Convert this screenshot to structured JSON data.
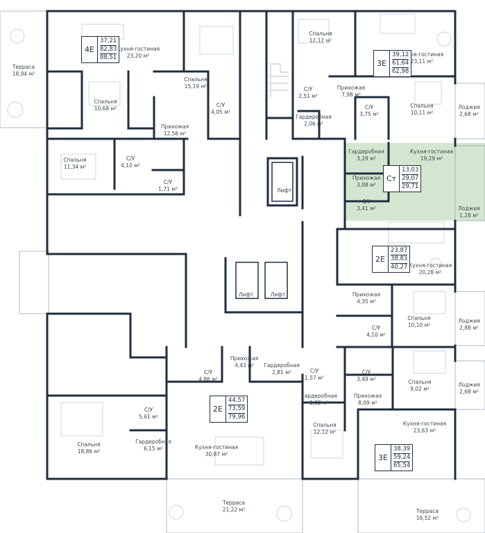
{
  "colors": {
    "wall": "#1f2d3d",
    "highlight": "#d4e6cf",
    "line": "#9aa7b3"
  },
  "rooms": [
    {
      "id": "terrace-nw",
      "name": "Терраса",
      "area": "18,94 м²"
    },
    {
      "id": "kitchen-4e",
      "name": "Кухня-гостиная",
      "area": "23,20 м²"
    },
    {
      "id": "bed-4e-1",
      "name": "Спальня",
      "area": "15,19 м²"
    },
    {
      "id": "bed-4e-2",
      "name": "Спальня",
      "area": "10,68 м²"
    },
    {
      "id": "bath-4e-1",
      "name": "С/У",
      "area": "4,05 м²"
    },
    {
      "id": "hall-4e",
      "name": "Прихожая",
      "area": "12,56 м²"
    },
    {
      "id": "bed-4e-3",
      "name": "Спальня",
      "area": "11,34 м²"
    },
    {
      "id": "bath-4e-2",
      "name": "С/У",
      "area": "4,10 м²"
    },
    {
      "id": "bath-4e-3",
      "name": "С/У",
      "area": "1,71 м²"
    },
    {
      "id": "bed-3e-top",
      "name": "Спальня",
      "area": "12,12 м²"
    },
    {
      "id": "bath-3e-top-1",
      "name": "С/У",
      "area": "2,51 м²"
    },
    {
      "id": "hall-3e-top",
      "name": "Прихожая",
      "area": "7,98 м²"
    },
    {
      "id": "wardrobe-3e-top",
      "name": "Гардеробная",
      "area": "2,06 м²"
    },
    {
      "id": "kitchen-3e-top",
      "name": "Кухня-гостиная",
      "area": "23,11 м²"
    },
    {
      "id": "bed-3e-top-2",
      "name": "Спальня",
      "area": "10,11 м²"
    },
    {
      "id": "bath-3e-top-2",
      "name": "С/У",
      "area": "3,75 м²"
    },
    {
      "id": "loggia-3e-top",
      "name": "Лоджия",
      "area": "2,68 м²"
    },
    {
      "id": "wardrobe-st",
      "name": "Гардеробная",
      "area": "3,29 м²"
    },
    {
      "id": "kitchen-st",
      "name": "Кухня-гостиная",
      "area": "19,29 м²"
    },
    {
      "id": "hall-st",
      "name": "Прихожая",
      "area": "3,08 м²"
    },
    {
      "id": "bath-st",
      "name": "С/У",
      "area": "3,41 м²"
    },
    {
      "id": "loggia-st",
      "name": "Лоджия",
      "area": "1,28 м²"
    },
    {
      "id": "kitchen-2e-east",
      "name": "Кухня-гостиная",
      "area": "20,28 м²"
    },
    {
      "id": "hall-2e-east",
      "name": "Прихожая",
      "area": "4,35 м²"
    },
    {
      "id": "bed-2e-east",
      "name": "Спальня",
      "area": "10,10 м²"
    },
    {
      "id": "loggia-2e-east",
      "name": "Лоджия",
      "area": "2,88 м²"
    },
    {
      "id": "bath-2e-east",
      "name": "С/У",
      "area": "4,10 м²"
    },
    {
      "id": "hall-2e-south",
      "name": "Прихожая",
      "area": "4,43 м²"
    },
    {
      "id": "bath-2e-south",
      "name": "С/У",
      "area": "4,86 м²"
    },
    {
      "id": "wardrobe-2e-south",
      "name": "Гардеробная",
      "area": "2,81 м²"
    },
    {
      "id": "bath-2e-south-2",
      "name": "С/У",
      "area": "5,61 м²"
    },
    {
      "id": "wardrobe-2e-south-2",
      "name": "Гардеробная",
      "area": "6,15 м²"
    },
    {
      "id": "bed-2e-south",
      "name": "Спальня",
      "area": "18,86 м²"
    },
    {
      "id": "kitchen-2e-south",
      "name": "Кухня-гостиная",
      "area": "30,87 м²"
    },
    {
      "id": "terrace-s1",
      "name": "Терраса",
      "area": "21,22 м²"
    },
    {
      "id": "bath-3e-s-1",
      "name": "С/У",
      "area": "1,57 м²"
    },
    {
      "id": "bath-3e-s-2",
      "name": "С/У",
      "area": "3,49 м²"
    },
    {
      "id": "wardrobe-3e-s",
      "name": "Гардеробная",
      "area": "1,32 м²"
    },
    {
      "id": "hall-3e-s",
      "name": "Прихожая",
      "area": "8,09 м²"
    },
    {
      "id": "bed-3e-s-1",
      "name": "Спальня",
      "area": "9,02 м²"
    },
    {
      "id": "loggia-3e-s",
      "name": "Лоджия",
      "area": "2,68 м²"
    },
    {
      "id": "bed-3e-s-2",
      "name": "Спальня",
      "area": "12,12 м²"
    },
    {
      "id": "kitchen-3e-s",
      "name": "Кухня-гостиная",
      "area": "23,63 м²"
    },
    {
      "id": "terrace-s2",
      "name": "Терраса",
      "area": "16,52 м²"
    }
  ],
  "badges": [
    {
      "id": "4e",
      "code": "4Е",
      "values": [
        "37,21",
        "82,83",
        "88,51"
      ]
    },
    {
      "id": "3e-top",
      "code": "3Е",
      "values": [
        "39,12",
        "61,64",
        "62,98"
      ]
    },
    {
      "id": "st",
      "code": "Ст",
      "values": [
        "13,03",
        "29,07",
        "29,71"
      ]
    },
    {
      "id": "2e-east",
      "code": "2Е",
      "values": [
        "23,87",
        "38,83",
        "40,27"
      ]
    },
    {
      "id": "2e-south",
      "code": "2Е",
      "values": [
        "44,57",
        "73,59",
        "79,96"
      ]
    },
    {
      "id": "3e-south",
      "code": "3Е",
      "values": [
        "38,39",
        "59,24",
        "65,54"
      ]
    }
  ],
  "lifts": {
    "top": "Лифт",
    "left": "Лифт",
    "right": "Лифт"
  }
}
